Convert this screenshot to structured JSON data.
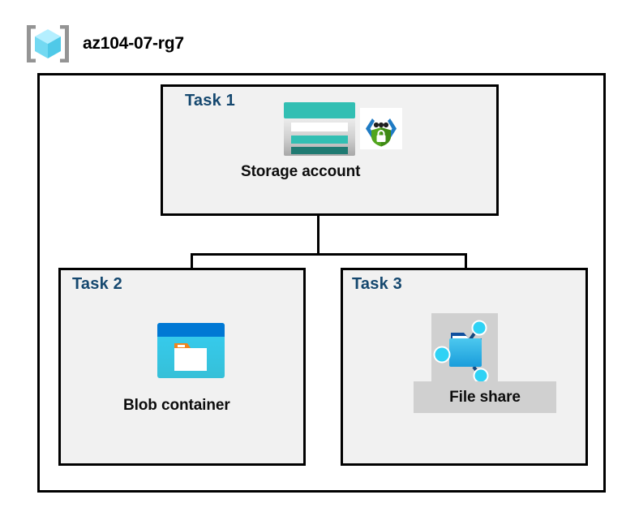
{
  "diagram": {
    "type": "azure-architecture",
    "resource_group": {
      "name": "az104-07-rg7",
      "icon": "azure-resource-group-icon"
    },
    "tasks": [
      {
        "label": "Task 1",
        "node_caption": "Storage account",
        "icons": [
          "storage-account-icon",
          "api-encryption-shield-icon"
        ]
      },
      {
        "label": "Task 2",
        "node_caption": "Blob container",
        "icons": [
          "blob-container-icon"
        ]
      },
      {
        "label": "Task 3",
        "node_caption": "File share",
        "icons": [
          "file-share-icon"
        ]
      }
    ],
    "connections": [
      {
        "from": "Storage account",
        "to": "Blob container"
      },
      {
        "from": "Storage account",
        "to": "File share"
      }
    ],
    "colors": {
      "task_label": "#15486f",
      "box_border": "#000000",
      "box_fill": "#f1f1f1",
      "highlight_fill": "#d0d0d0",
      "storage_teal": "#32bfb3",
      "storage_teal_dark": "#1f7a72",
      "blob_blue": "#0078d4",
      "blob_cyan": "#32c8f0",
      "blob_orange": "#f2851f",
      "fileshare_blue": "#32b5e5",
      "shield_green": "#51a51d",
      "bracket_gray": "#949494",
      "cube_cyan": "#8fe4f7"
    }
  }
}
